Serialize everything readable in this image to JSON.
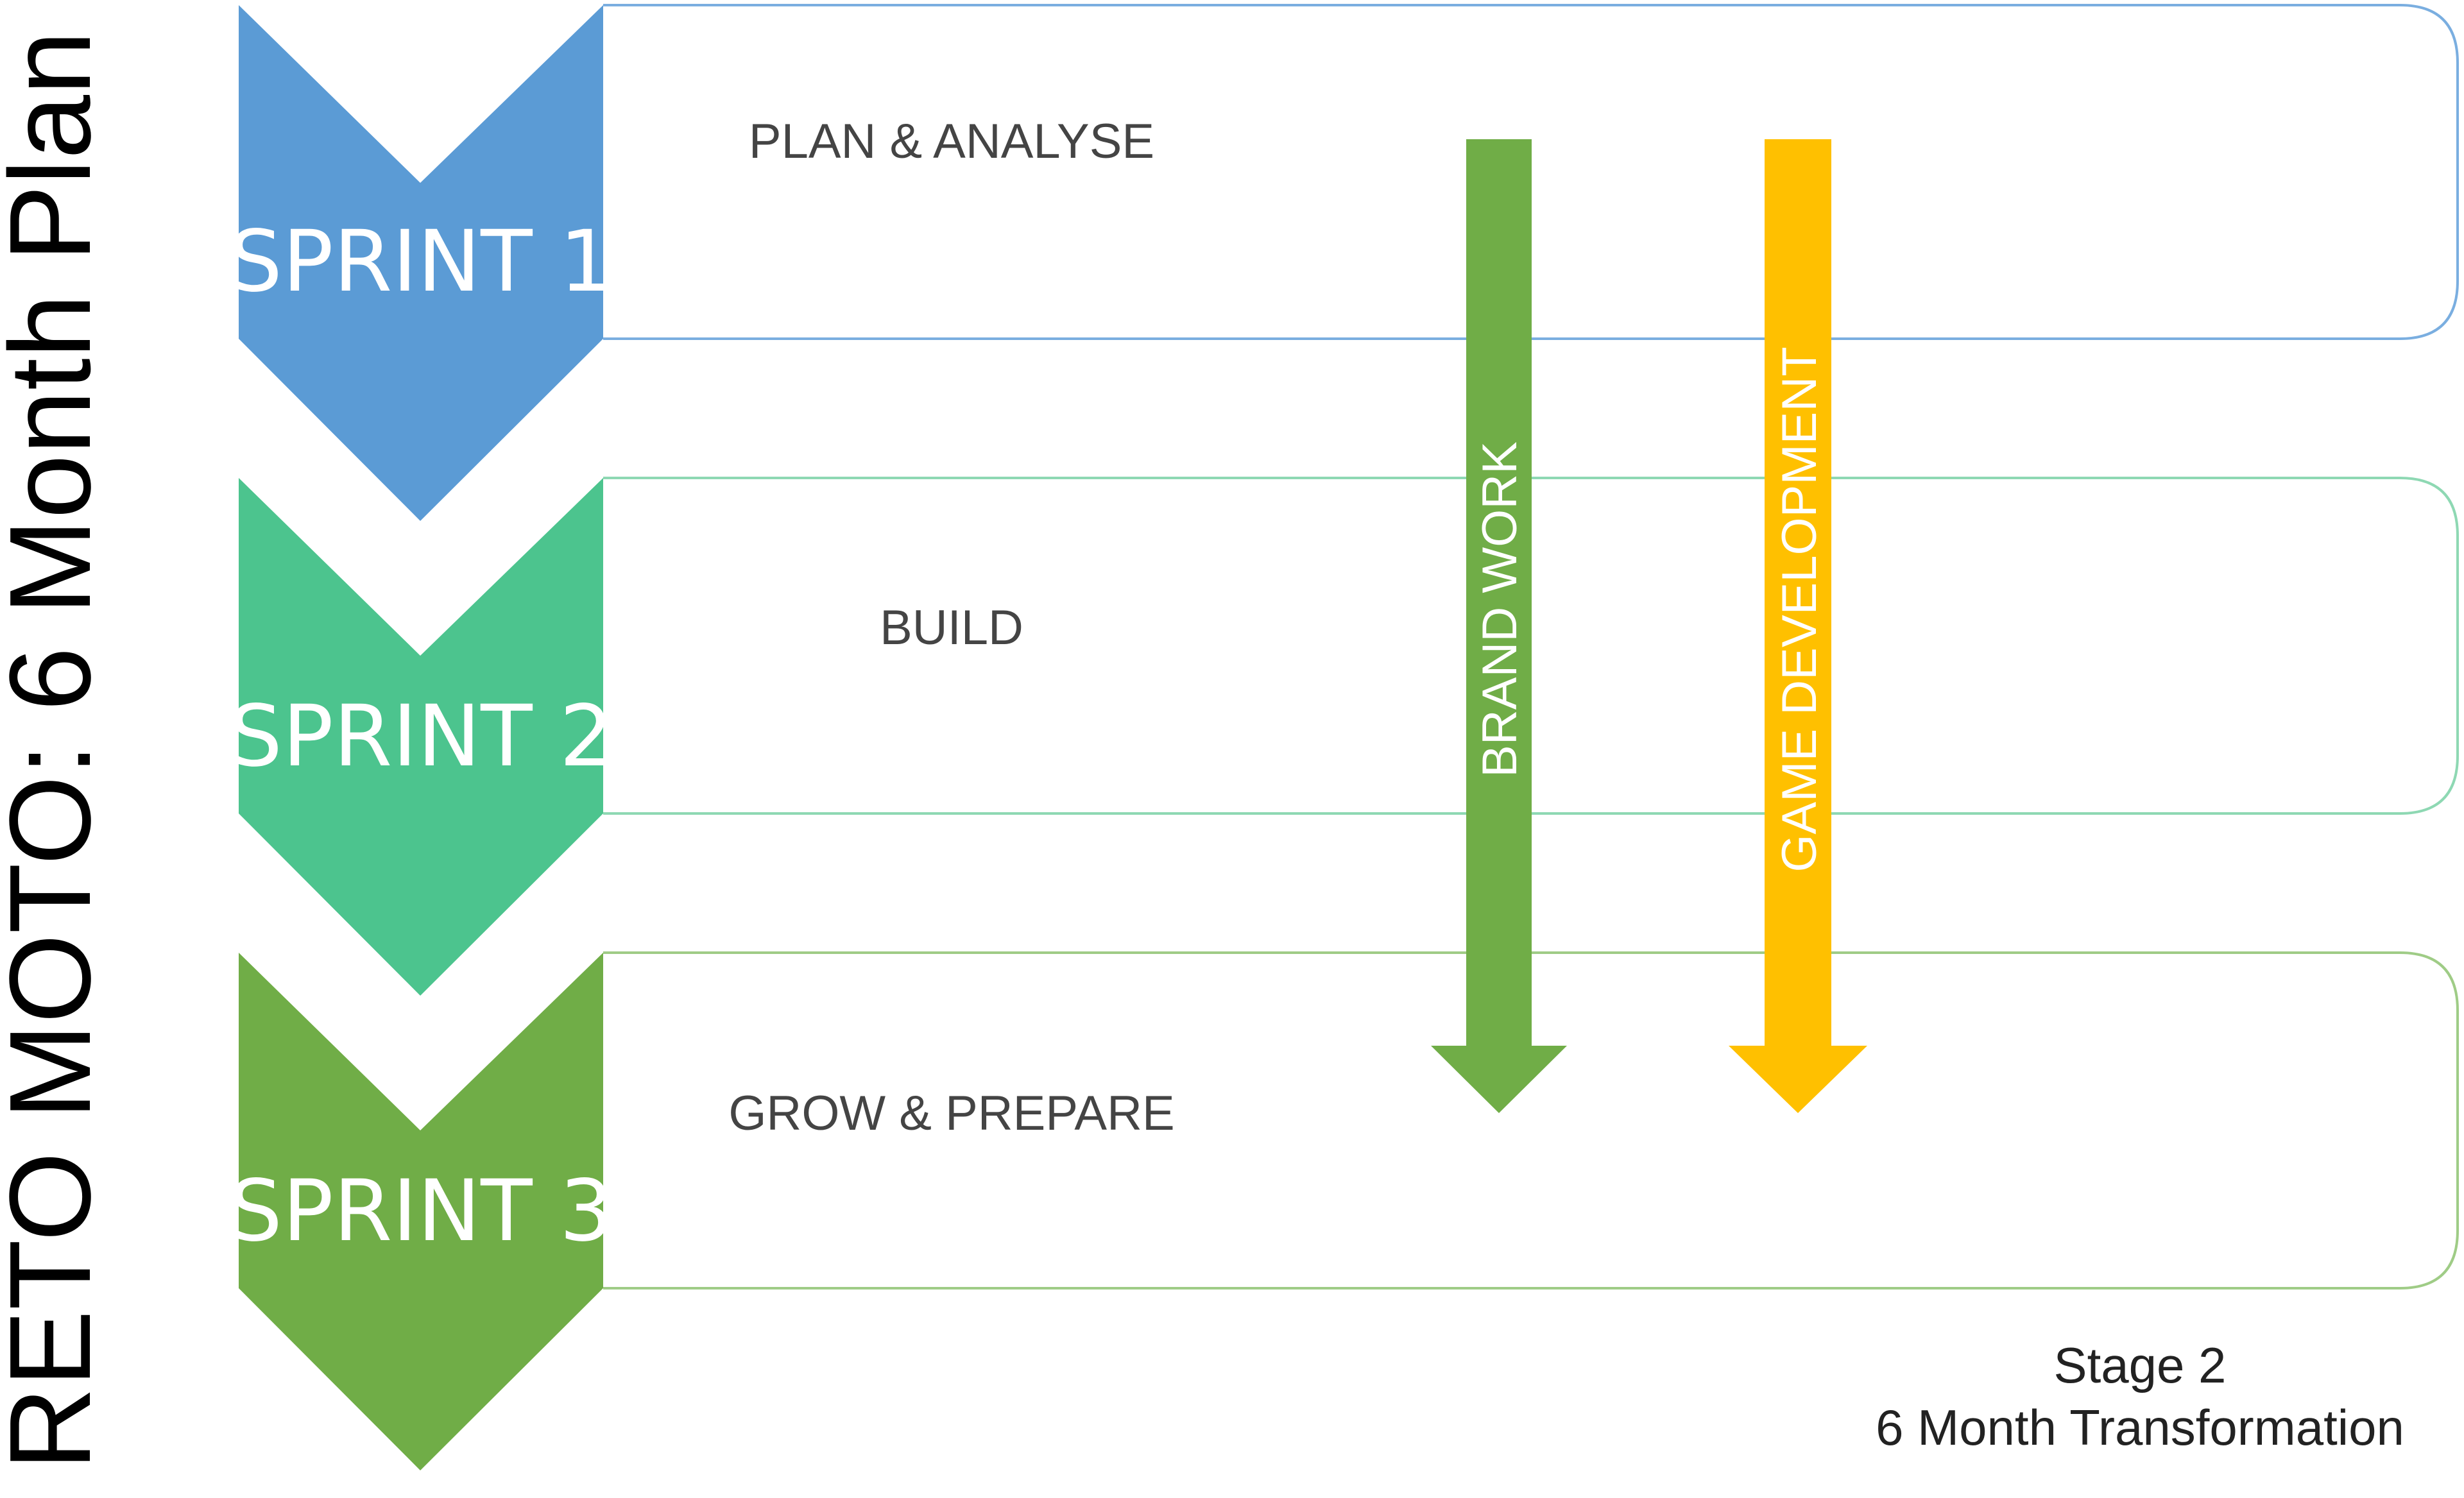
{
  "title": "RETO MOTO: 6 Month Plan",
  "sprints": [
    {
      "label": "SPRINT 1",
      "phase": "PLAN & ANALYSE",
      "color": "#5b9bd5",
      "border": "#7aaee0"
    },
    {
      "label": "SPRINT 2",
      "phase": "BUILD",
      "color": "#4cc48e",
      "border": "#8ed8b3"
    },
    {
      "label": "SPRINT 3",
      "phase": "GROW & PREPARE",
      "color": "#70ad47",
      "border": "#9fcc86"
    }
  ],
  "workstreams": [
    {
      "label": "BRAND WORK",
      "color": "#70ad47"
    },
    {
      "label": "GAME DEVELOPMENT",
      "color": "#ffc000"
    }
  ],
  "caption": {
    "line1": "Stage 2",
    "line2": "6 Month Transformation"
  }
}
